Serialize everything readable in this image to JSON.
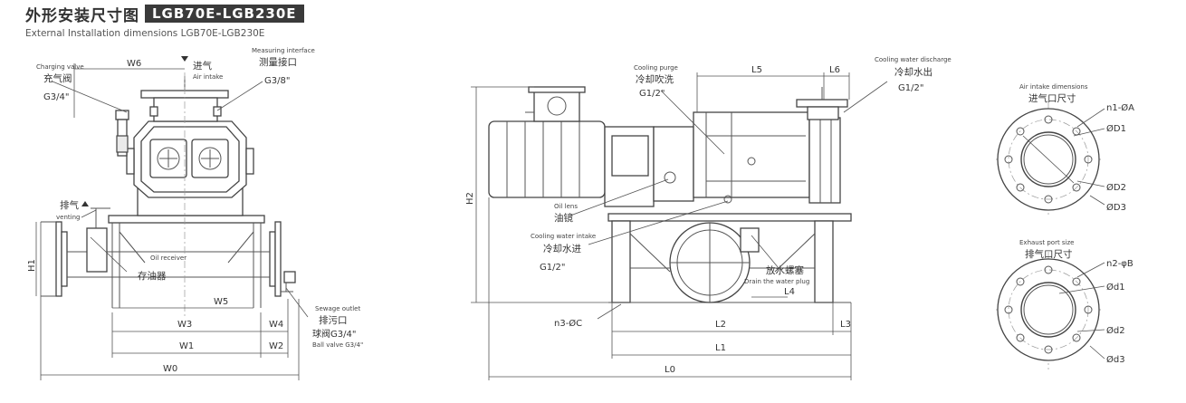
{
  "header": {
    "title_cn": "外形安装尺寸图",
    "model": "LGB70E-LGB230E",
    "subtitle": "External Installation dimensions LGB70E-LGB230E"
  },
  "left_view": {
    "charging_valve_en": "Charging valve",
    "charging_valve_cn": "充气阀",
    "charging_valve_size": "G3/4\"",
    "air_intake_cn": "进气",
    "air_intake_en": "Air intake",
    "measuring_en": "Measuring interface",
    "measuring_cn": "测量接口",
    "measuring_size": "G3/8\"",
    "venting_cn": "排气",
    "venting_en": "venting",
    "oil_receiver_en": "Oil receiver",
    "oil_receiver_cn": "存油器",
    "sewage_en": "Sewage outlet",
    "sewage_cn": "排污口",
    "ball_valve_cn": "球阀G3/4\"",
    "ball_valve_en": "Ball valve G3/4\"",
    "dims": {
      "w6": "W6",
      "w5": "W5",
      "w3": "W3",
      "w4": "W4",
      "w1": "W1",
      "w2": "W2",
      "w0": "W0",
      "h1": "H1"
    }
  },
  "middle_view": {
    "cooling_purge_en": "Cooling purge",
    "cooling_purge_cn": "冷却吹洗",
    "cooling_purge_size": "G1/2\"",
    "cooling_discharge_en": "Cooling water discharge",
    "cooling_discharge_cn": "冷却水出",
    "cooling_discharge_size": "G1/2\"",
    "oil_lens_en": "Oil lens",
    "oil_lens_cn": "油镜",
    "cooling_intake_en": "Cooling water intake",
    "cooling_intake_cn": "冷却水进",
    "cooling_intake_size": "G1/2\"",
    "drain_cn": "放水螺塞",
    "drain_en": "Drain the water plug",
    "holes": "n3-ØC",
    "dims": {
      "l5": "L5",
      "l6": "L6",
      "h2": "H2",
      "l4": "L4",
      "l2": "L2",
      "l3": "L3",
      "l1": "L1",
      "l0": "L0"
    }
  },
  "right_view": {
    "intake_en": "Air intake dimensions",
    "intake_cn": "进气口尺寸",
    "intake_labels": [
      "n1-ØA",
      "ØD1",
      "ØD2",
      "ØD3"
    ],
    "exhaust_en": "Exhaust port size",
    "exhaust_cn": "排气口尺寸",
    "exhaust_labels": [
      "n2-φB",
      "Ød1",
      "Ød2",
      "Ød3"
    ]
  }
}
